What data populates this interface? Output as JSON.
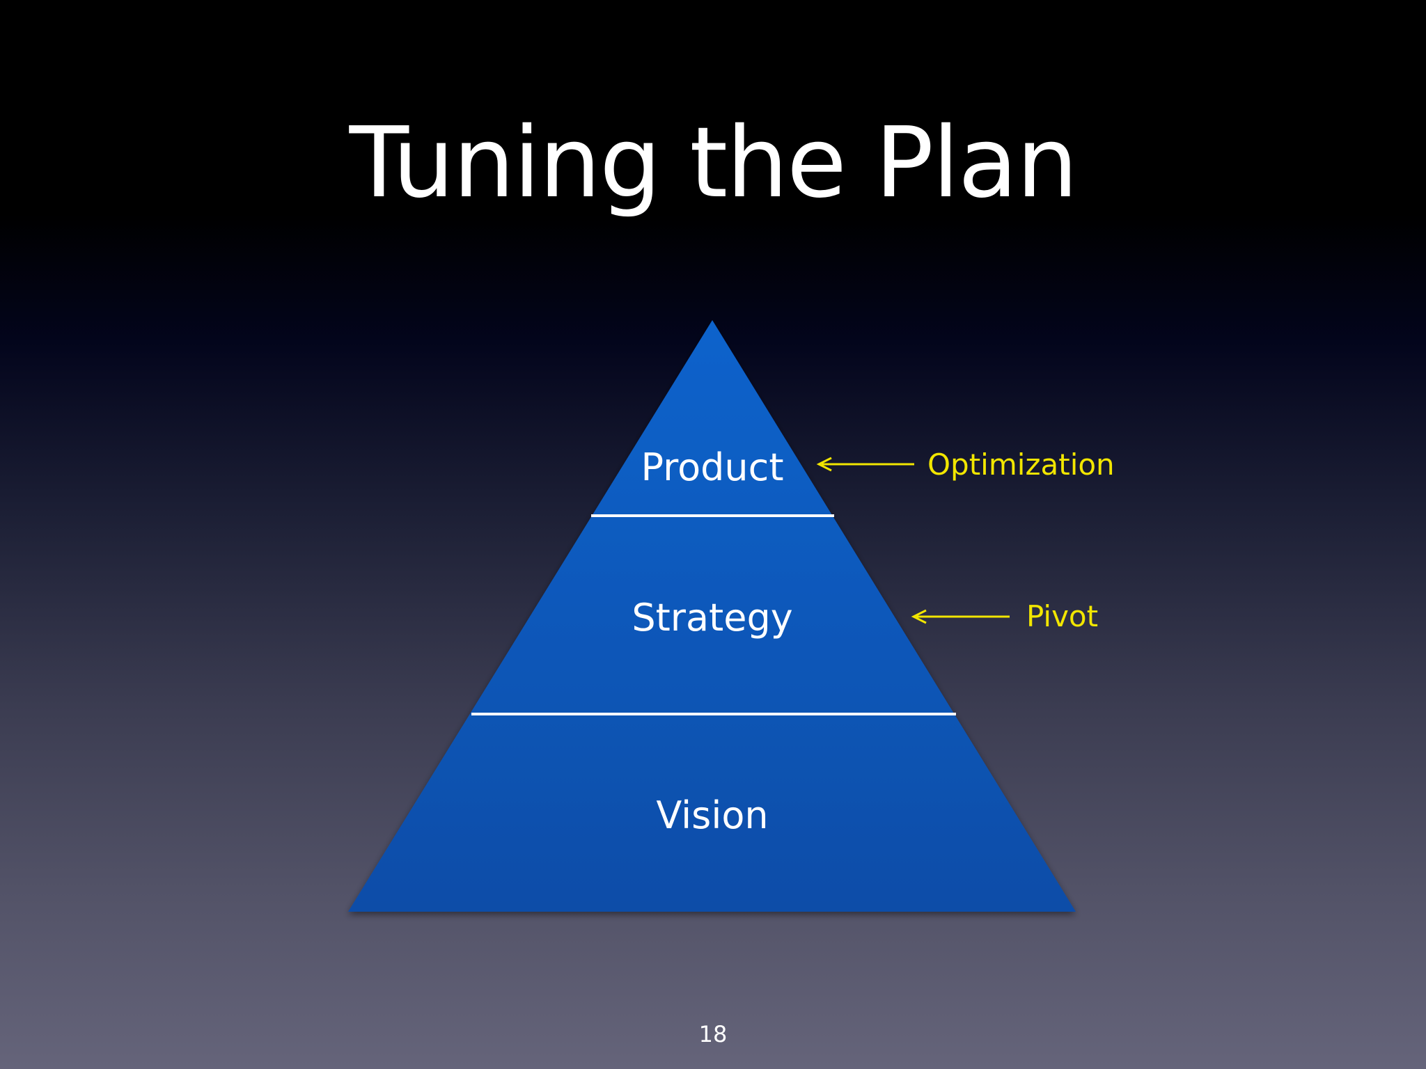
{
  "slide": {
    "title": "Tuning the Plan",
    "page_number": "18"
  },
  "pyramid": {
    "tiers": [
      {
        "label": "Product"
      },
      {
        "label": "Strategy"
      },
      {
        "label": "Vision"
      }
    ]
  },
  "annotations": [
    {
      "label": "Optimization",
      "target_tier": "Product"
    },
    {
      "label": "Pivot",
      "target_tier": "Strategy"
    }
  ],
  "colors": {
    "pyramid_fill": "#0a5fc4",
    "divider": "#ffffff",
    "annotation": "#f2e600",
    "text": "#ffffff"
  }
}
